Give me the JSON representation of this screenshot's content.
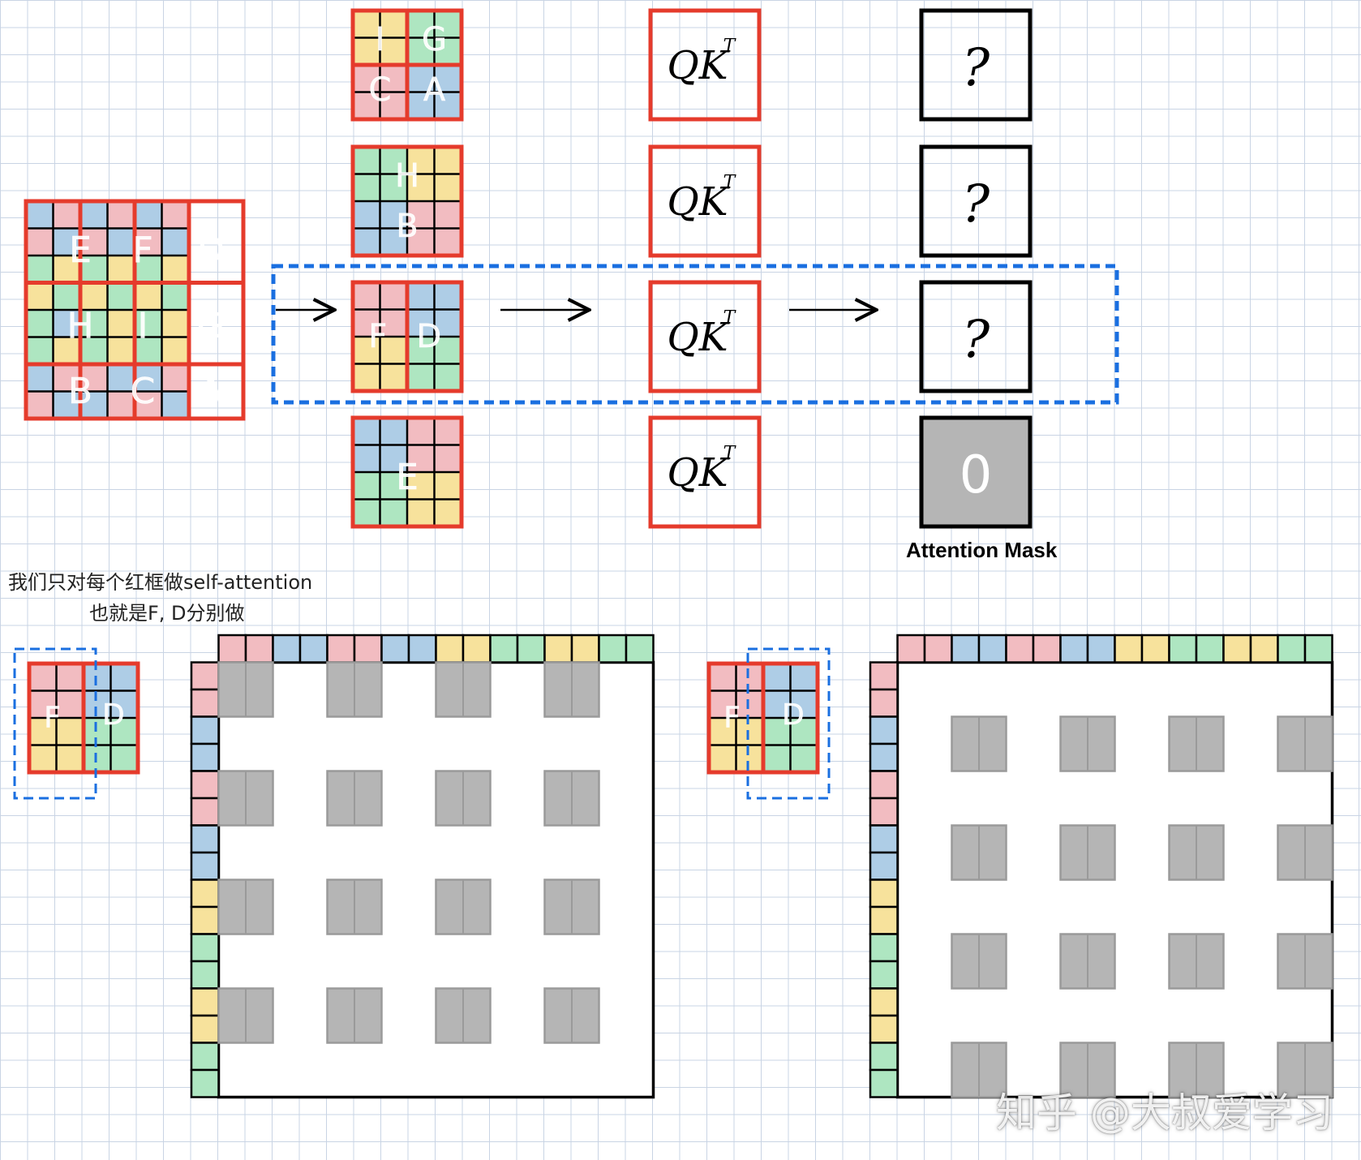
{
  "colors": {
    "pink": "#f2bcc1",
    "blue": "#aecde6",
    "green": "#aee6c1",
    "yellow": "#f7e29c",
    "red": "#e53b2c",
    "dashed_blue": "#1a6fe0",
    "mask_gray": "#b5b5b5",
    "gray_border": "#9a9a9a"
  },
  "grid": {
    "rows": [
      "BPBPBP",
      "PBPBPB",
      "GYGYGY",
      "YGYGYG",
      "GBGYGY",
      "GYGYGY",
      "BPPBBP",
      "PBBPPB"
    ],
    "labels": [
      "E",
      "F",
      "D",
      "H",
      "I",
      "G",
      "B",
      "C",
      "A"
    ]
  },
  "windows": [
    {
      "pattern": [
        "YYGG",
        "YYGG",
        "PPBB",
        "PPBB"
      ],
      "labels": [
        "I",
        "G",
        "C",
        "A"
      ]
    },
    {
      "pattern": [
        "GGYY",
        "GGYY",
        "BBPP",
        "BBPP"
      ],
      "labels": [
        "H",
        "B"
      ]
    },
    {
      "pattern": [
        "PPBB",
        "PPBB",
        "YYGG",
        "YYGG"
      ],
      "labels": [
        "F",
        "D"
      ]
    },
    {
      "pattern": [
        "BBPP",
        "BBPP",
        "GGYY",
        "GGYY"
      ],
      "labels": [
        "E"
      ]
    }
  ],
  "qk": {
    "text": "QK",
    "sup": "T"
  },
  "results": [
    "?",
    "?",
    "?",
    "0"
  ],
  "attention_mask_label": "Attention Mask",
  "caption": {
    "line1": "我们只对每个红框做self-attention",
    "line2": "也就是F, D分别做"
  },
  "small_block": {
    "pattern": [
      "PPBB",
      "PPBB",
      "YYGG",
      "YYGG"
    ],
    "labels": [
      "F",
      "D"
    ]
  },
  "mask_axis_colors": [
    "P",
    "P",
    "B",
    "B",
    "P",
    "P",
    "B",
    "B",
    "Y",
    "Y",
    "G",
    "G",
    "Y",
    "Y",
    "G",
    "G"
  ],
  "watermark": "知乎 @大叔爱学习"
}
